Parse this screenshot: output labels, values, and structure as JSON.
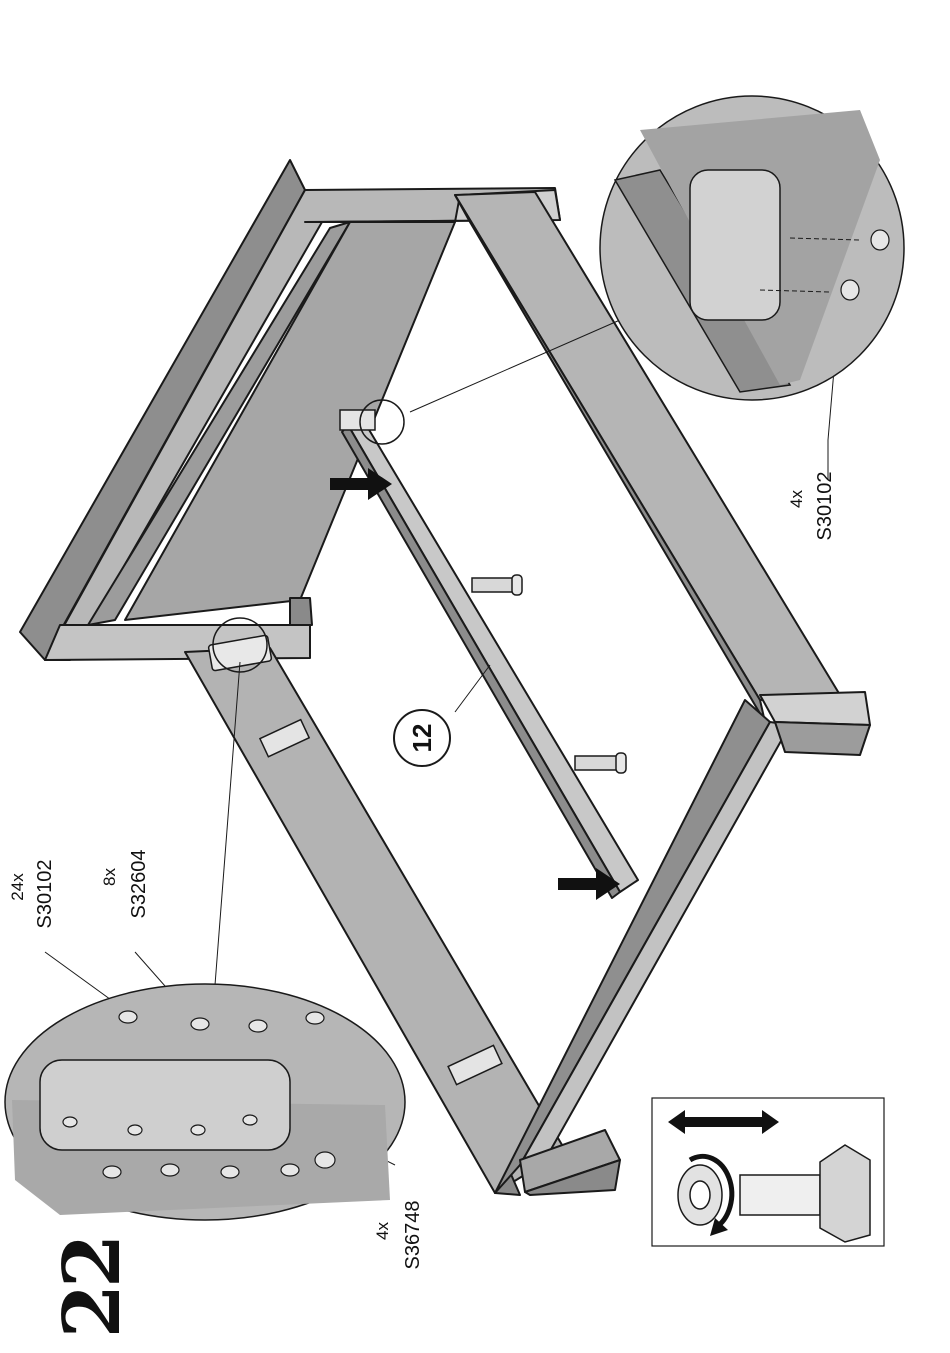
{
  "step": {
    "number": "22"
  },
  "part_label": "12",
  "callouts": {
    "left_zoom": [
      {
        "qty": "24x",
        "code": "S30102"
      },
      {
        "qty": "8x",
        "code": "S32604"
      },
      {
        "qty": "4x",
        "code": "S36748"
      }
    ],
    "right_zoom": {
      "qty": "4x",
      "code": "S30102"
    }
  },
  "colors": {
    "frame_light": "#bdbdbd",
    "frame_mid": "#9a9a9a",
    "frame_dark": "#7a7a7a",
    "line": "#1a1a1a",
    "zoom_bg": "#b0b0b0"
  },
  "icons": [
    "arrow-icon",
    "screw-icon",
    "double-arrow-icon",
    "rotate-icon",
    "leg-icon"
  ]
}
